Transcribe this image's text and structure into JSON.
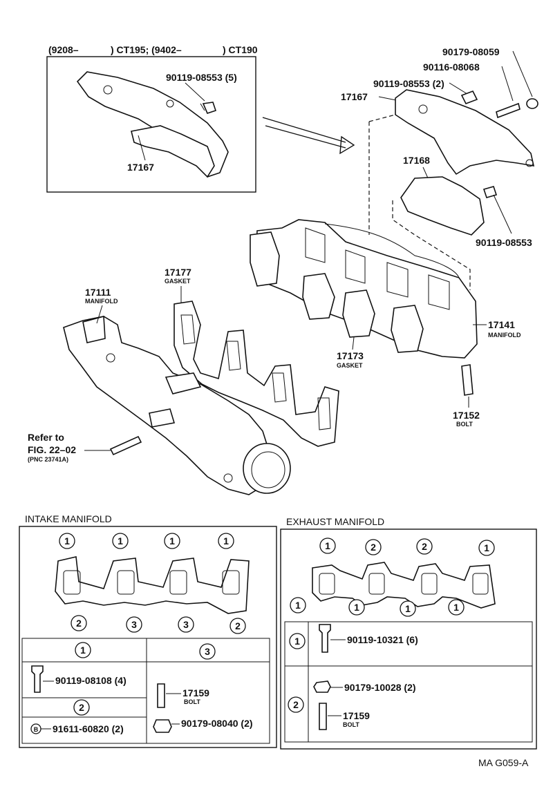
{
  "top": {
    "inset_prefix": "(9208–",
    "inset_model1": ") CT195; (9402–",
    "inset_model2": ") CT190",
    "inset_bolt": "90119-08553 (5)",
    "inset_part": "17167",
    "nut": "90179-08059",
    "stud": "90116-08068",
    "bolt_top": "90119-08553 (2)",
    "insulator_upper": "17167",
    "insulator_lower": "17168",
    "bolt_side": "90119-08553",
    "intake_manifold_no": "17111",
    "intake_manifold_name": "MANIFOLD",
    "intake_gasket_no": "17177",
    "intake_gasket_name": "GASKET",
    "exhaust_gasket_no": "17173",
    "exhaust_gasket_name": "GASKET",
    "exhaust_manifold_no": "17141",
    "exhaust_manifold_name": "MANIFOLD",
    "stud_bolt_no": "17152",
    "stud_bolt_name": "BOLT",
    "refer_line1": "Refer to",
    "refer_line2": "FIG. 22–02",
    "refer_line3": "(PNC 23741A)"
  },
  "intake": {
    "title": "INTAKE MANIFOLD",
    "top_circles": [
      "1",
      "1",
      "1",
      "1"
    ],
    "bottom_circles": [
      "2",
      "3",
      "3",
      "2"
    ],
    "col1_header": "1",
    "col1_part": "90119-08108 (4)",
    "col2_header": "2",
    "col2_symbol": "B",
    "col2_part": "91611-60820 (2)",
    "col3_header": "3",
    "col3_bolt_no": "17159",
    "col3_bolt_name": "BOLT",
    "col3_nut": "90179-08040 (2)"
  },
  "exhaust": {
    "title": "EXHAUST MANIFOLD",
    "top_circles": [
      "1",
      "2",
      "2",
      "1"
    ],
    "left_circle": "1",
    "bottom_circles": [
      "1",
      "1",
      "1"
    ],
    "row1_header": "1",
    "row1_part": "90119-10321 (6)",
    "row2_header": "2",
    "row2_nut": "90179-10028 (2)",
    "row2_bolt_no": "17159",
    "row2_bolt_name": "BOLT"
  },
  "footer": {
    "code": "MA G059-A"
  }
}
